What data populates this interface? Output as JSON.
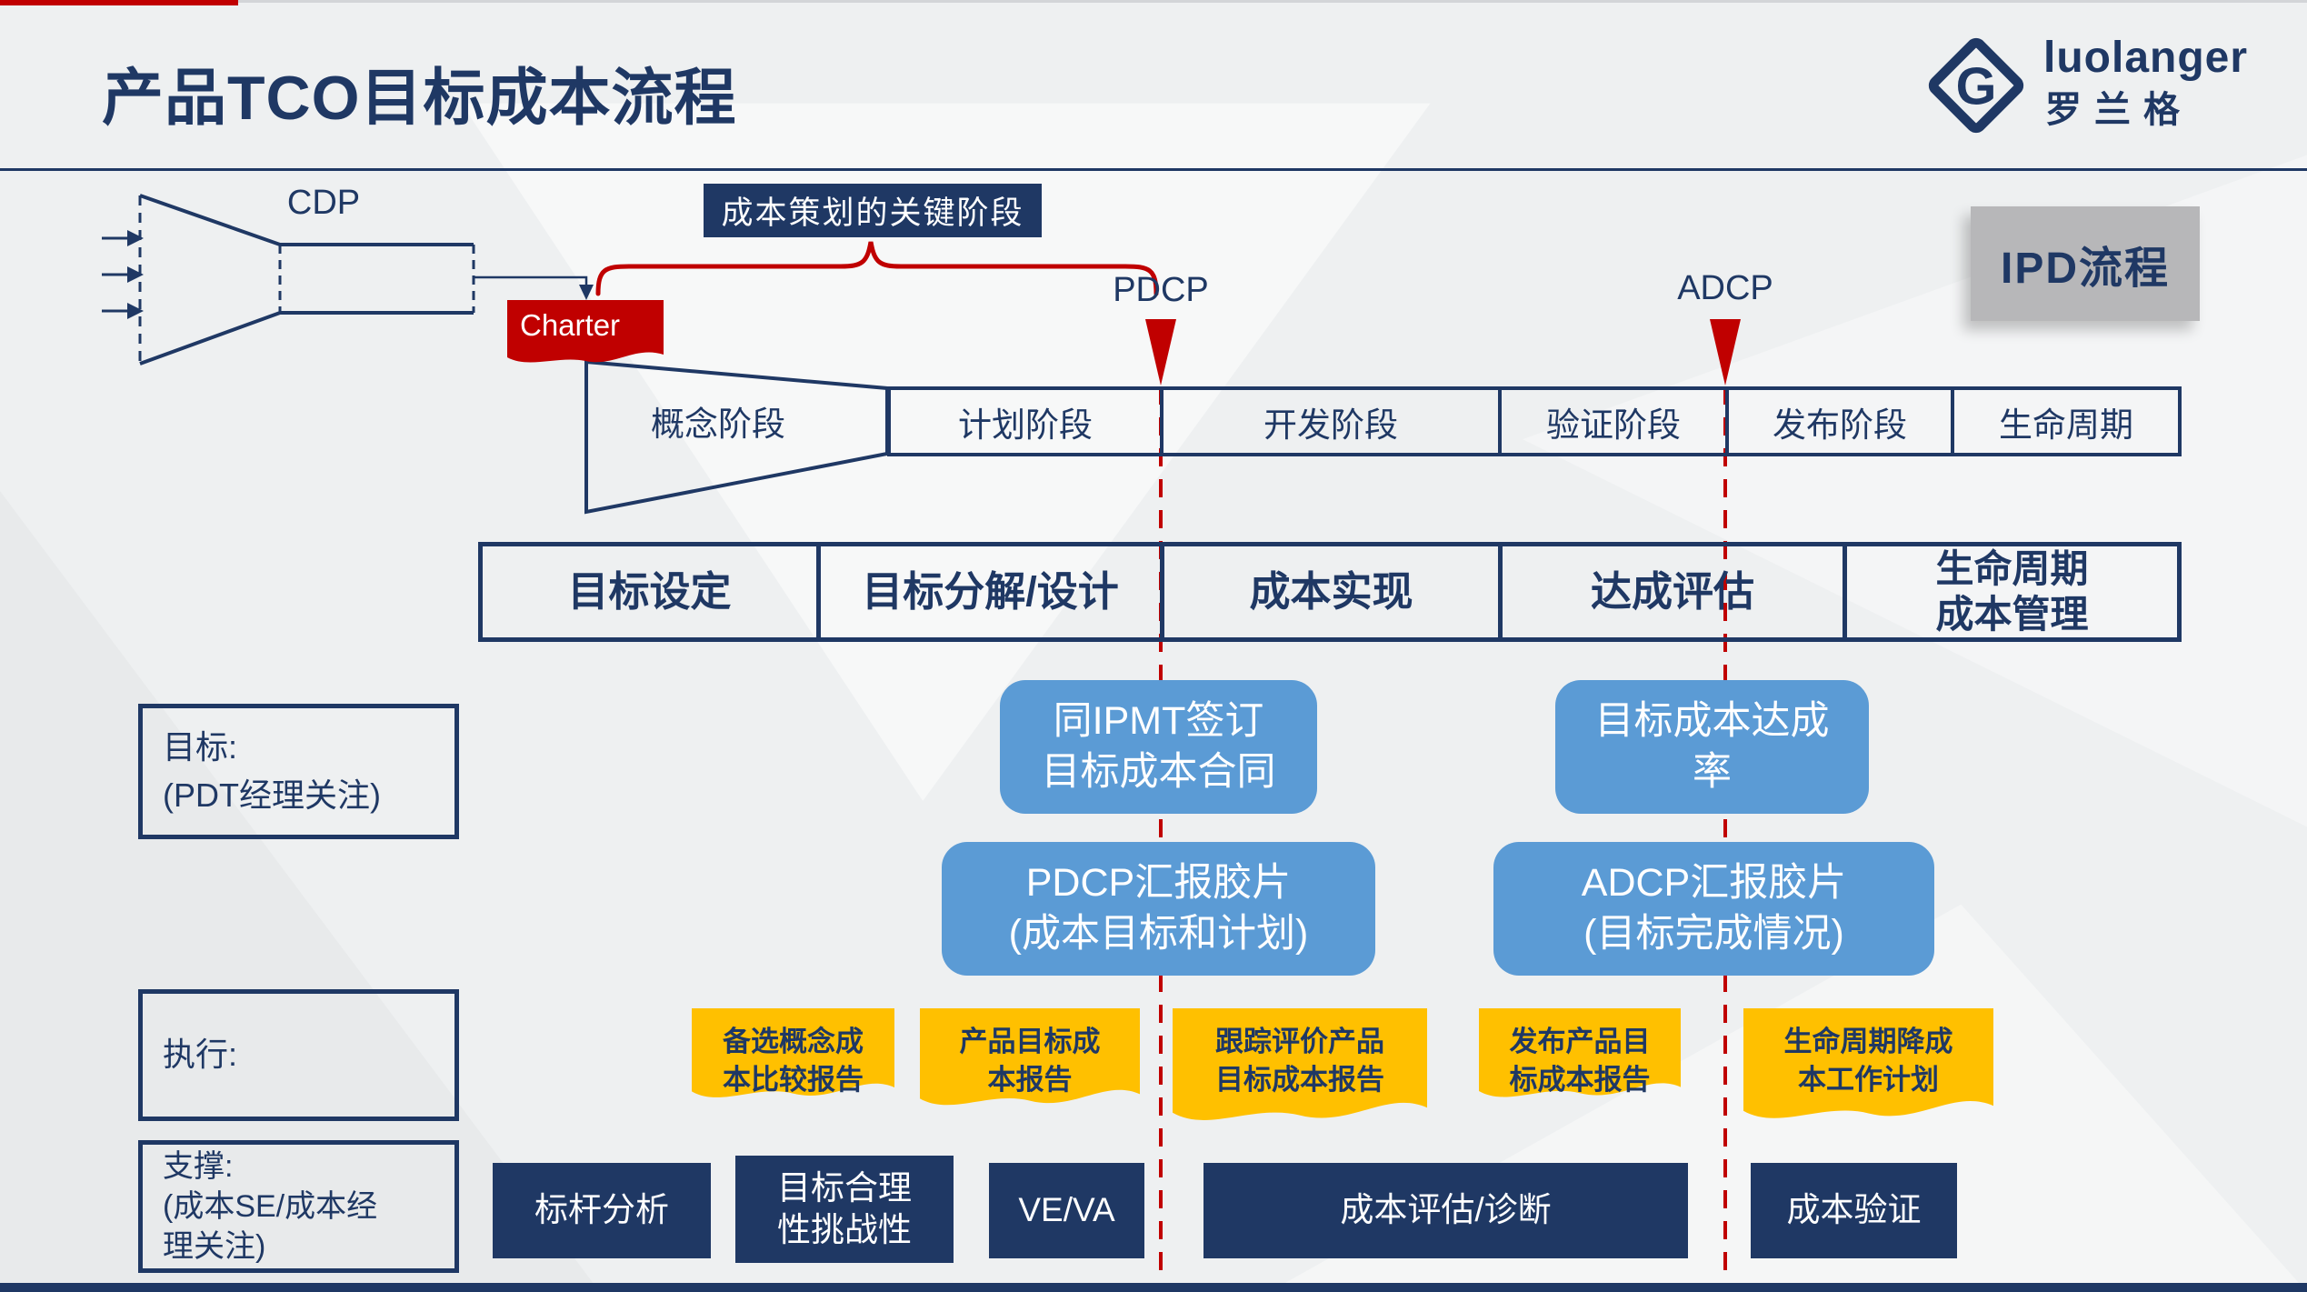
{
  "slide": {
    "title": "产品TCO目标成本流程",
    "ipd_badge": "IPD流程"
  },
  "logo": {
    "brand": "luolanger",
    "brand_cn": "罗兰格",
    "monogram": "G"
  },
  "flow": {
    "cdp_label": "CDP",
    "charter_label": "Charter",
    "pdcp_label": "PDCP",
    "adcp_label": "ADCP",
    "banner": "成本策划的关键阶段",
    "ipd_phases": [
      "概念阶段",
      "计划阶段",
      "开发阶段",
      "验证阶段",
      "发布阶段",
      "生命周期"
    ],
    "cost_phases": [
      "目标设定",
      "目标分解/设计",
      "成本实现",
      "达成评估",
      "生命周期\n成本管理"
    ]
  },
  "lanes": {
    "goal": "目标:\n(PDT经理关注)",
    "exec": "执行:",
    "support": "支撑:\n(成本SE/成本经\n理关注)"
  },
  "goal_outputs": {
    "ipmt_contract": "同IPMT签订\n目标成本合同",
    "achieve_rate": "目标成本达成\n率",
    "pdcp_report": "PDCP汇报胶片\n(成本目标和计划)",
    "adcp_report": "ADCP汇报胶片\n(目标完成情况)"
  },
  "exec_items": [
    "备选概念成\n本比较报告",
    "产品目标成\n本报告",
    "跟踪评价产品\n目标成本报告",
    "发布产品目\n标成本报告",
    "生命周期降成\n本工作计划"
  ],
  "support_items": [
    "标杆分析",
    "目标合理\n性挑战性",
    "VE/VA",
    "成本评估/诊断",
    "成本验证"
  ],
  "colors": {
    "navy": "#1f3864",
    "red": "#c00000",
    "blue": "#5b9bd5",
    "yellow": "#ffc000",
    "badge-gray": "#b7b7b9",
    "bg": "#eef0f1"
  }
}
